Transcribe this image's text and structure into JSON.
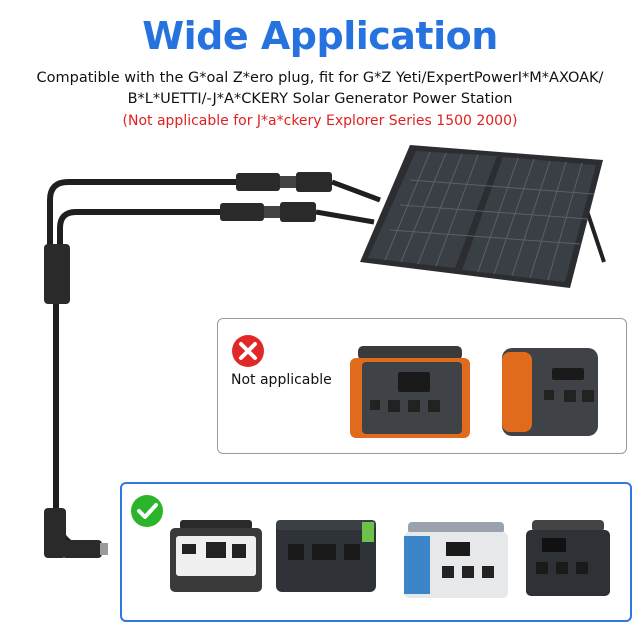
{
  "heading": "Wide Application",
  "description_line1": "Compatible with the G*oal Z*ero plug, fit for G*Z Yeti/ExpertPowerI*M*AXOAK/",
  "description_line2": "B*L*UETTI/-J*A*CKERY Solar Generator Power Station",
  "exception_note": "(Not applicable for J*a*ckery Explorer Series 1500 2000)",
  "not_applicable": {
    "label": "Not applicable",
    "icon": "x-circle-icon",
    "color": "#e02828"
  },
  "applicable": {
    "icon": "check-circle-icon",
    "color": "#2ab52a"
  },
  "colors": {
    "heading": "#2673e0",
    "note": "#e02020",
    "applicable_border": "#2f77e0",
    "na_border": "#9a9a9a"
  }
}
